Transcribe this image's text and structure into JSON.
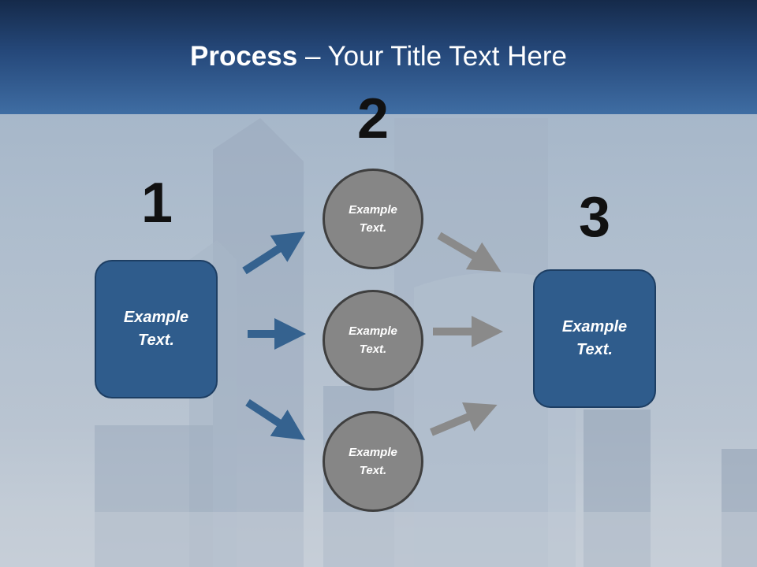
{
  "slide": {
    "title_bold": "Process",
    "title_rest": " – Your Title Text Here"
  },
  "steps": {
    "one": "1",
    "two": "2",
    "three": "3"
  },
  "nodes": {
    "left_box": {
      "line1": "Example",
      "line2": "Text."
    },
    "circle_top": {
      "line1": "Example",
      "line2": "Text."
    },
    "circle_middle": {
      "line1": "Example",
      "line2": "Text."
    },
    "circle_bottom": {
      "line1": "Example",
      "line2": "Text."
    },
    "right_box": {
      "line1": "Example",
      "line2": "Text."
    }
  },
  "colors": {
    "header_dark": "#152a4a",
    "header_light": "#3f6da3",
    "box_fill": "#2f5c8c",
    "circle_fill": "#868686",
    "arrow_blue": "#35628f",
    "arrow_gray": "#8a8a8a"
  }
}
